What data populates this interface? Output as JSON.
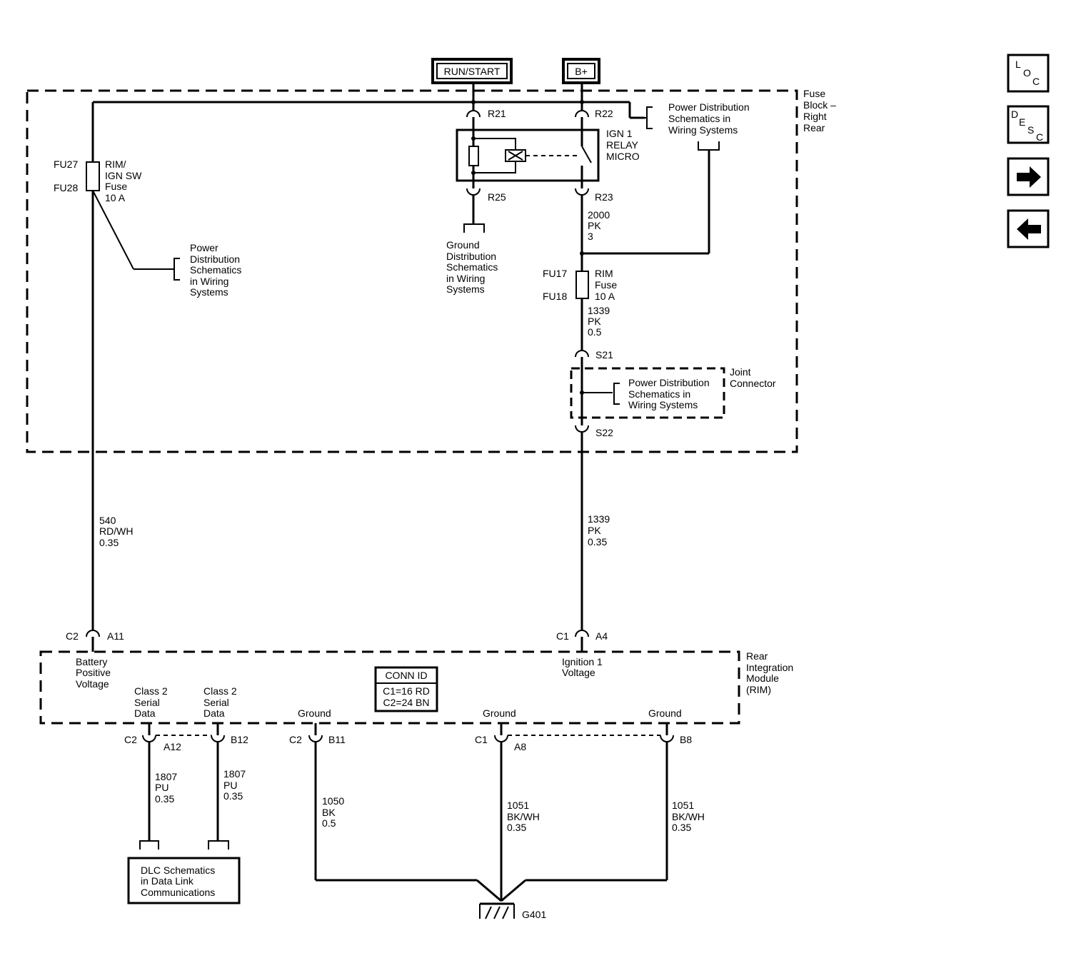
{
  "power_sources": {
    "run_start": "RUN/START",
    "b_plus": "B+"
  },
  "fuse_block": {
    "line1": "Fuse",
    "line2": "Block –",
    "line3": "Right",
    "line4": "Rear"
  },
  "fuse_rim_ign": {
    "pin_top": "FU27",
    "pin_bottom": "FU28",
    "line1": "RIM/",
    "line2": "IGN SW",
    "line3": "Fuse",
    "line4": "10 A"
  },
  "fuse_rim": {
    "pin_top": "FU17",
    "pin_bottom": "FU18",
    "line1": "RIM",
    "line2": "Fuse",
    "line3": "10 A"
  },
  "relay": {
    "line1": "IGN 1",
    "line2": "RELAY",
    "line3": "MICRO",
    "pin_r21": "R21",
    "pin_r22": "R22",
    "pin_r25": "R25",
    "pin_r23": "R23"
  },
  "power_dist_top": {
    "line1": "Power Distribution",
    "line2": "Schematics in",
    "line3": "Wiring Systems"
  },
  "power_dist_left": {
    "line1": "Power",
    "line2": "Distribution",
    "line3": "Schematics",
    "line4": "in Wiring",
    "line5": "Systems"
  },
  "ground_dist": {
    "line1": "Ground",
    "line2": "Distribution",
    "line3": "Schematics",
    "line4": "in Wiring",
    "line5": "Systems"
  },
  "power_dist_joint": {
    "line1": "Power Distribution",
    "line2": "Schematics in",
    "line3": "Wiring Systems"
  },
  "joint_connector": {
    "line1": "Joint",
    "line2": "Connector",
    "pin_s21": "S21",
    "pin_s22": "S22"
  },
  "wires": {
    "w2000": {
      "circuit": "2000",
      "color": "PK",
      "size": "3"
    },
    "w1339_top": {
      "circuit": "1339",
      "color": "PK",
      "size": "0.5"
    },
    "w1339_mid": {
      "circuit": "1339",
      "color": "PK",
      "size": "0.35"
    },
    "w540": {
      "circuit": "540",
      "color": "RD/WH",
      "size": "0.35"
    },
    "w1807a": {
      "circuit": "1807",
      "color": "PU",
      "size": "0.35"
    },
    "w1807b": {
      "circuit": "1807",
      "color": "PU",
      "size": "0.35"
    },
    "w1050": {
      "circuit": "1050",
      "color": "BK",
      "size": "0.5"
    },
    "w1051a": {
      "circuit": "1051",
      "color": "BK/WH",
      "size": "0.35"
    },
    "w1051b": {
      "circuit": "1051",
      "color": "BK/WH",
      "size": "0.35"
    }
  },
  "connectors": {
    "c2_a11": {
      "conn": "C2",
      "pin": "A11"
    },
    "c1_a4": {
      "conn": "C1",
      "pin": "A4"
    },
    "c2_a12": {
      "conn": "C2",
      "pin": "A12"
    },
    "b12": {
      "pin": "B12"
    },
    "c2_b11": {
      "conn": "C2",
      "pin": "B11"
    },
    "c1_a8": {
      "conn": "C1",
      "pin": "A8"
    },
    "b8": {
      "pin": "B8"
    }
  },
  "rim": {
    "line1": "Rear",
    "line2": "Integration",
    "line3": "Module",
    "line4": "(RIM)",
    "battery": {
      "line1": "Battery",
      "line2": "Positive",
      "line3": "Voltage"
    },
    "ignition": {
      "line1": "Ignition 1",
      "line2": "Voltage"
    },
    "class2a": {
      "line1": "Class 2",
      "line2": "Serial",
      "line3": "Data"
    },
    "class2b": {
      "line1": "Class 2",
      "line2": "Serial",
      "line3": "Data"
    },
    "ground_label": "Ground",
    "conn_id": {
      "title": "CONN ID",
      "c1": "C1=16 RD",
      "c2": "C2=24 BN"
    }
  },
  "dlc": {
    "line1": "DLC Schematics",
    "line2": "in Data Link",
    "line3": "Communications"
  },
  "ground_point": "G401",
  "nav": {
    "loc": {
      "l": "L",
      "o": "O",
      "c": "C"
    },
    "desc": {
      "d": "D",
      "e": "E",
      "s": "S",
      "c": "C"
    },
    "forward_icon": "right-arrow-icon",
    "back_icon": "left-arrow-icon"
  }
}
